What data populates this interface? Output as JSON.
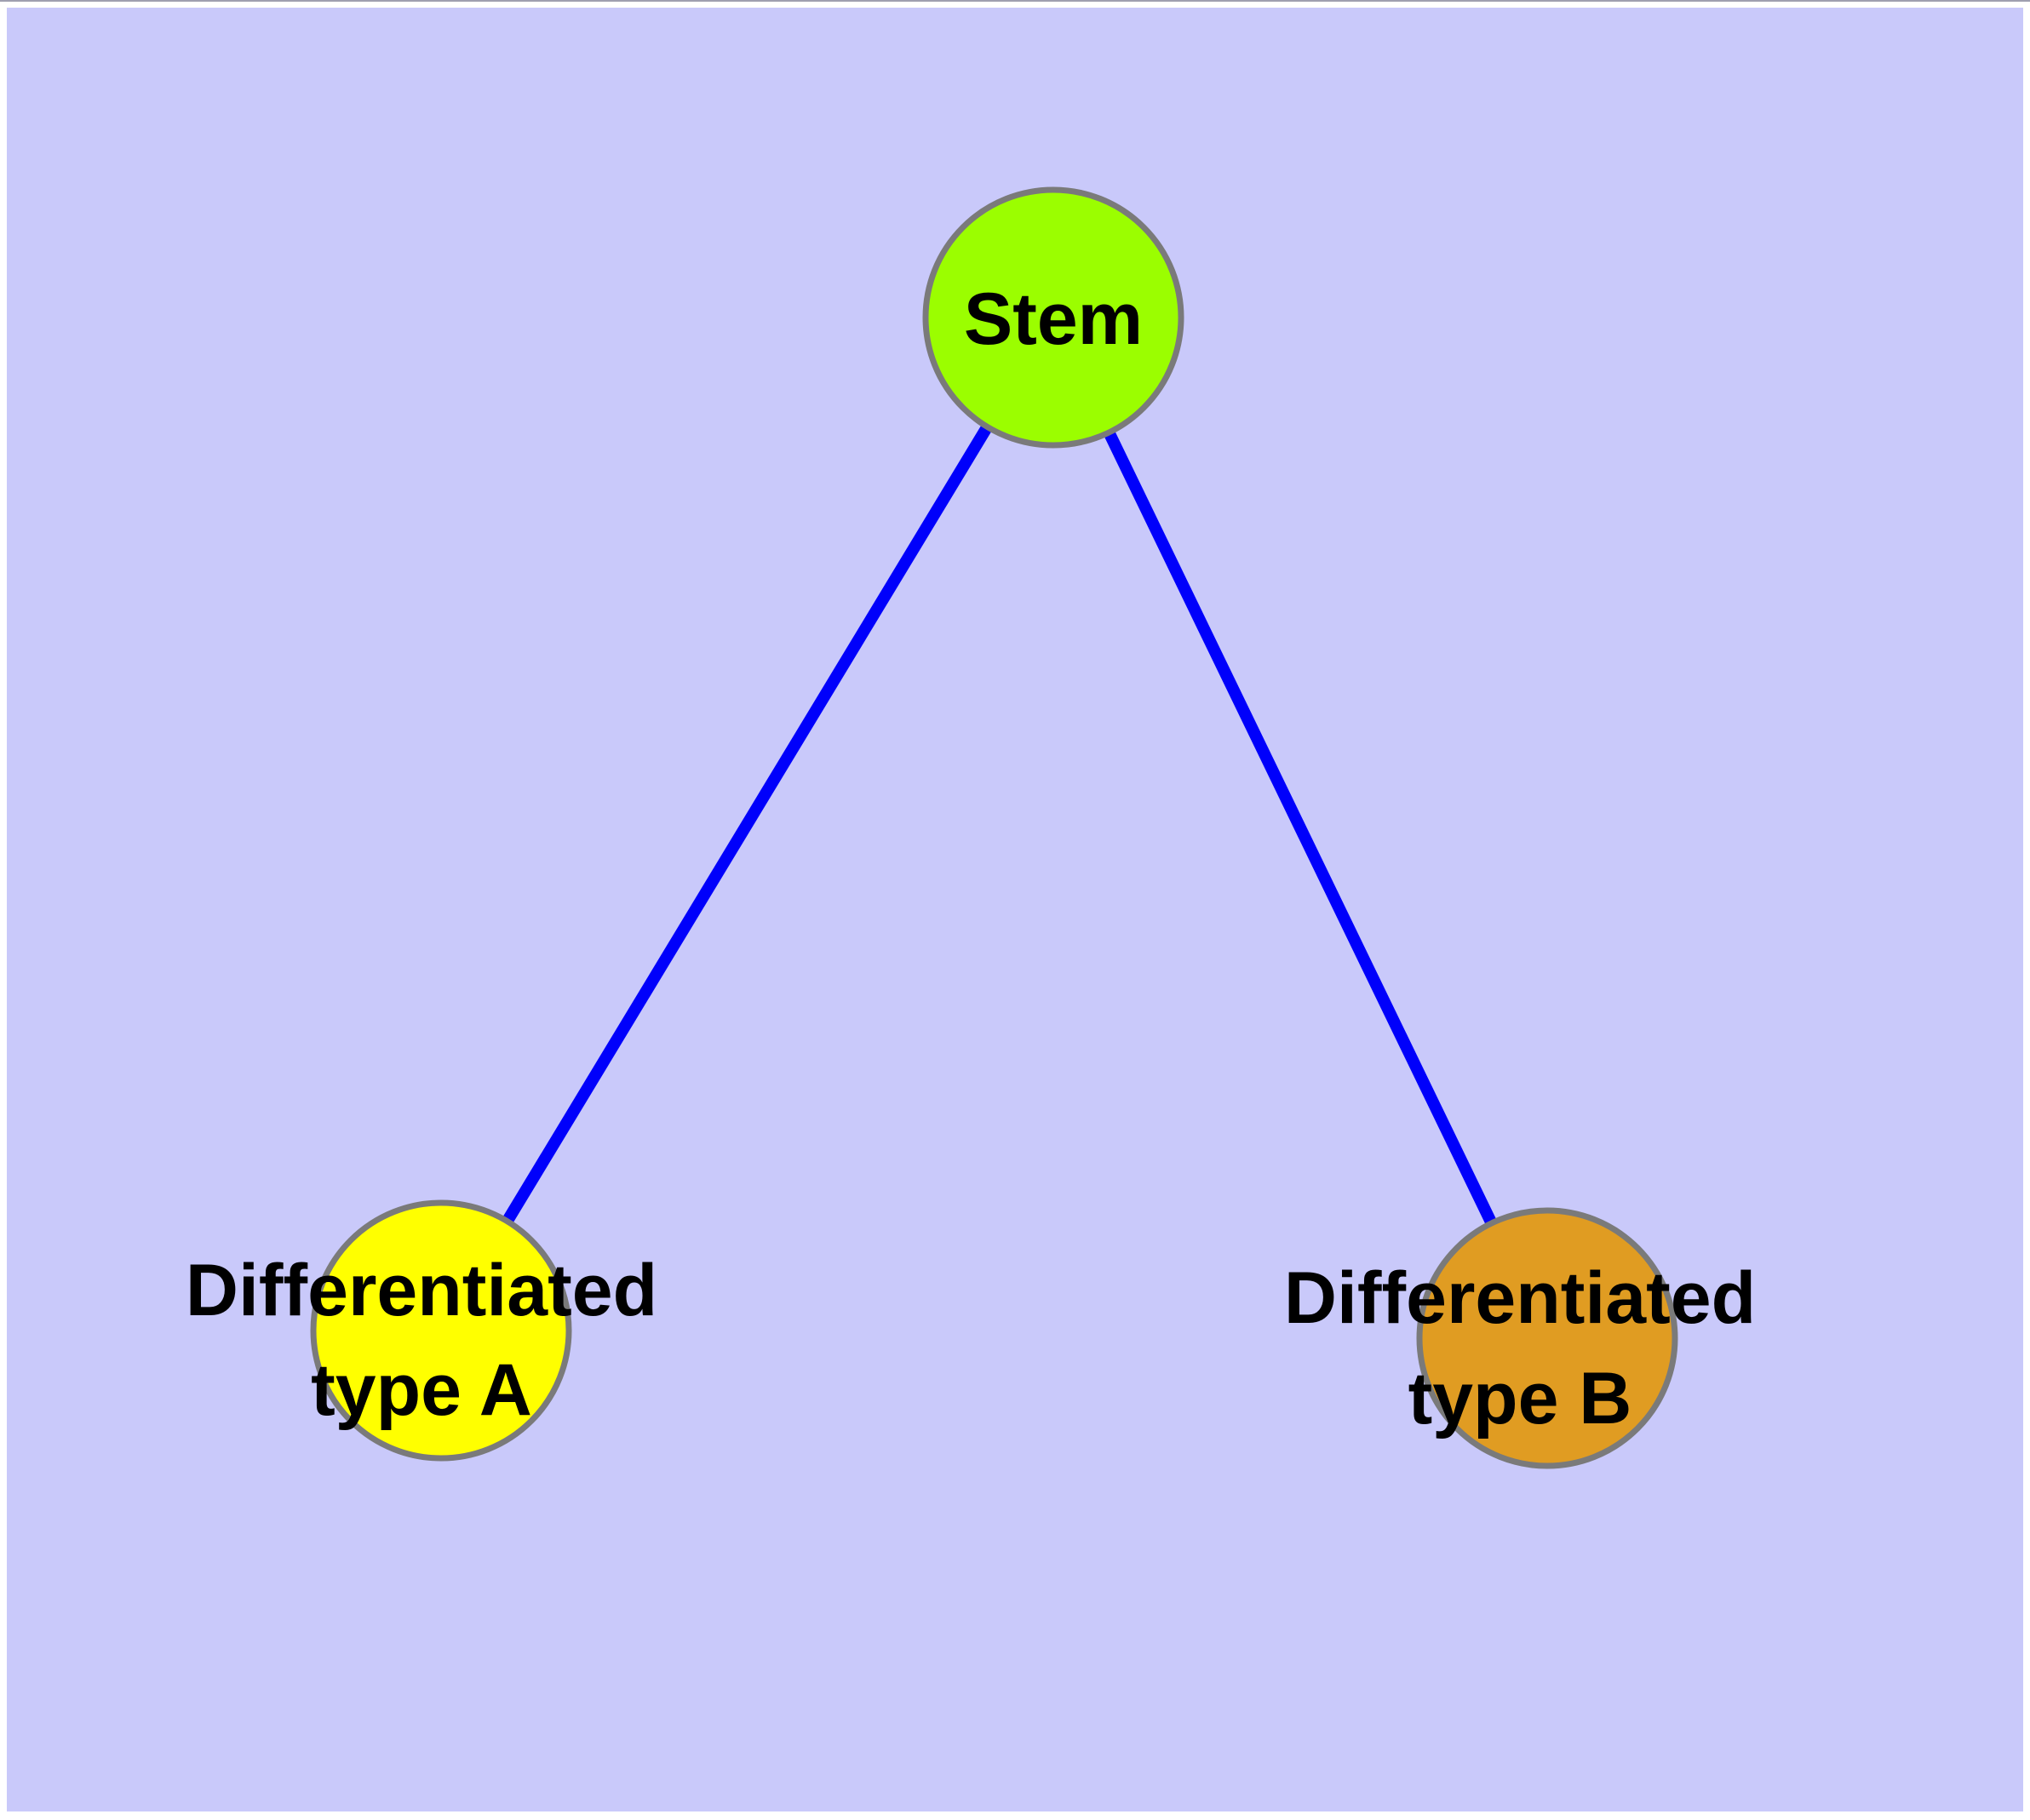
{
  "diagram": {
    "type": "node-link-graph",
    "background_color": "#C9C9FA",
    "frame_color": "#FFFFFF",
    "top_hairline_color": "#9F9FB0",
    "edge_color": "#0000FB",
    "node_border_color": "#7A7A7A",
    "text_color": "#000000",
    "nodes": [
      {
        "id": "stem",
        "lines": [
          "Stem"
        ],
        "fill": "#9BFE00"
      },
      {
        "id": "diff-a",
        "lines": [
          "Differentiated",
          "type A"
        ],
        "fill": "#FFFF00"
      },
      {
        "id": "diff-b",
        "lines": [
          "Differentiated",
          "type B"
        ],
        "fill": "#E09C22"
      }
    ],
    "edges": [
      {
        "from": "Stem",
        "to": "Differentiated type A"
      },
      {
        "from": "Stem",
        "to": "Differentiated type B"
      }
    ]
  }
}
